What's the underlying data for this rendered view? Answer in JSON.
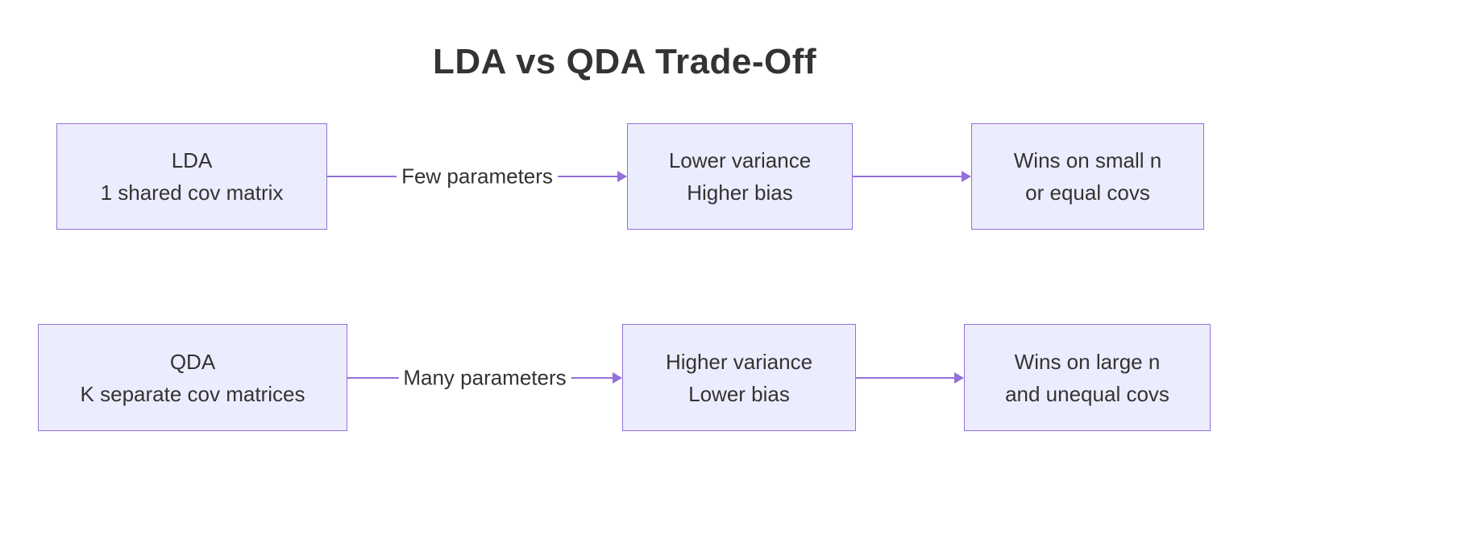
{
  "title": "LDA vs QDA Trade-Off",
  "colors": {
    "node_fill": "#ECECFF",
    "node_border": "#9370DB",
    "arrow": "#9370DB",
    "text": "#333333",
    "background": "#FFFFFF"
  },
  "rows": [
    {
      "node1": {
        "line1": "LDA",
        "line2": "1 shared cov matrix"
      },
      "edge1_label": "Few parameters",
      "node2": {
        "line1": "Lower variance",
        "line2": "Higher bias"
      },
      "node3": {
        "line1": "Wins on small n",
        "line2": "or equal covs"
      }
    },
    {
      "node1": {
        "line1": "QDA",
        "line2": "K separate cov matrices"
      },
      "edge1_label": "Many parameters",
      "node2": {
        "line1": "Higher variance",
        "line2": "Lower bias"
      },
      "node3": {
        "line1": "Wins on large n",
        "line2": "and unequal covs"
      }
    }
  ]
}
